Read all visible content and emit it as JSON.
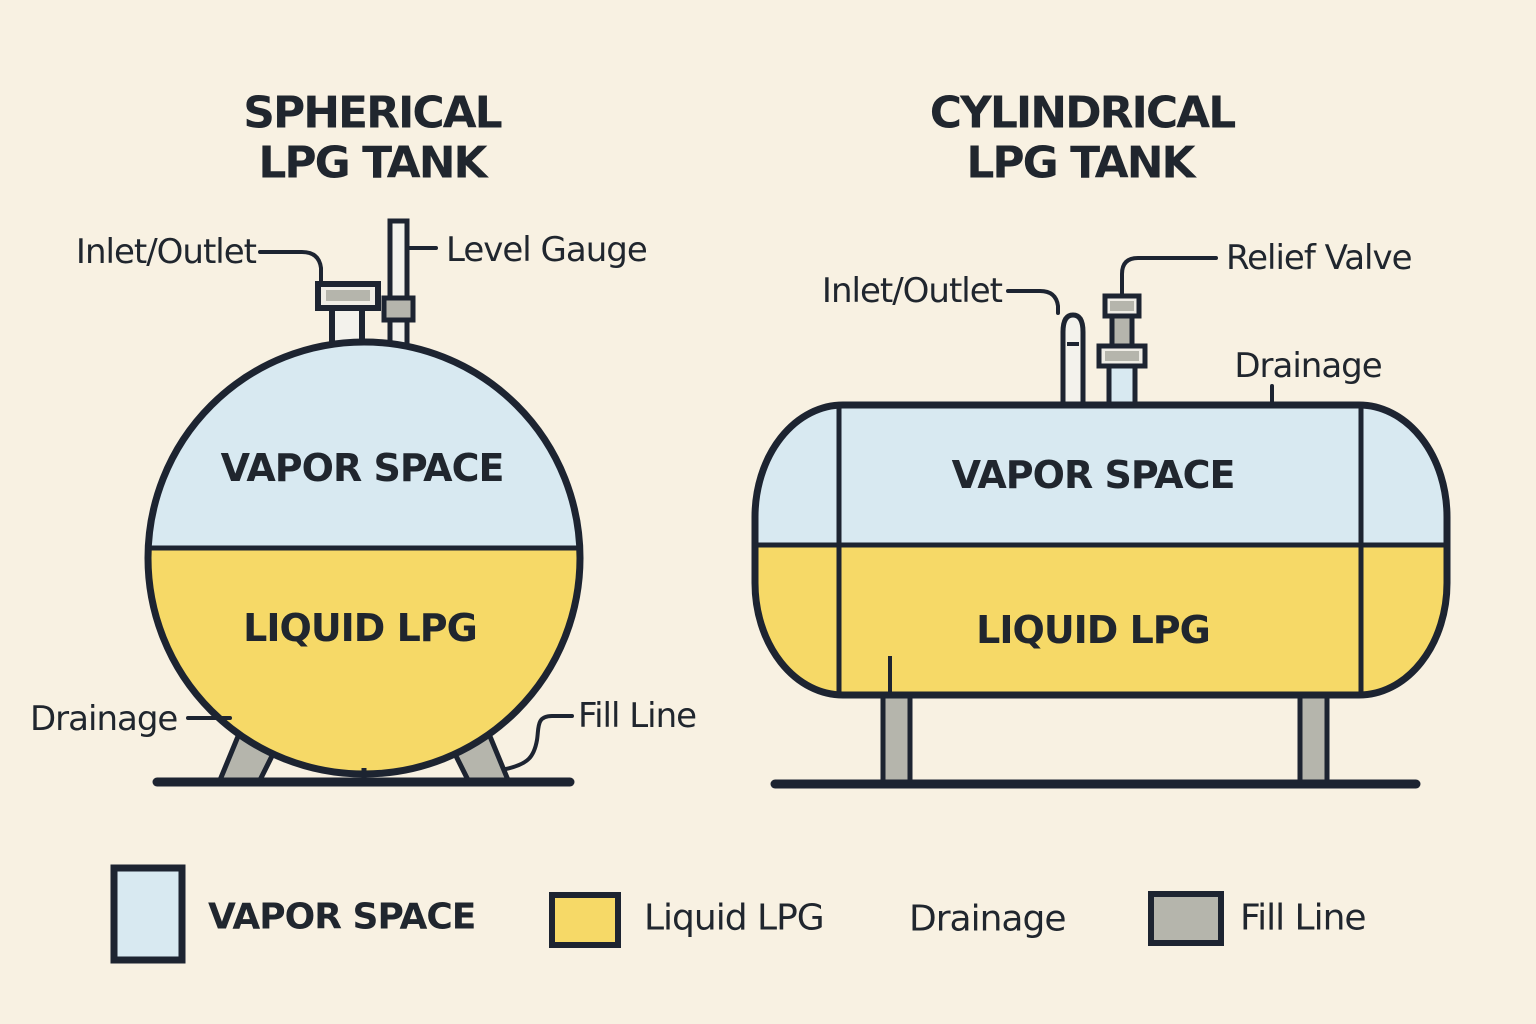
{
  "colors": {
    "background": "#f8f1e2",
    "vapor": "#d8e9f1",
    "liquid": "#f6d967",
    "metal_grey": "#b5b5ac",
    "pipe_light": "#f3f2ec",
    "flange_light": "#efede6",
    "outline": "#1d2431",
    "text": "#20262e"
  },
  "left_diagram": {
    "title_line1": "SPHERICAL",
    "title_line2": "LPG TANK",
    "vapor_label": "VAPOR SPACE",
    "liquid_label": "LIQUID LPG",
    "callouts": {
      "inlet_outlet": "Inlet/Outlet",
      "level_gauge": "Level Gauge",
      "drainage": "Drainage",
      "fill_line": "Fill Line"
    }
  },
  "right_diagram": {
    "title_line1": "CYLINDRICAL",
    "title_line2": "LPG TANK",
    "vapor_label": "VAPOR SPACE",
    "liquid_label": "LIQUID LPG",
    "callouts": {
      "inlet_outlet": "Inlet/Outlet",
      "relief_valve": "Relief Valve",
      "drainage": "Drainage"
    }
  },
  "legend": {
    "items": [
      {
        "label": "VAPOR SPACE",
        "swatch_color": "#d8e9f1"
      },
      {
        "label": "Liquid LPG",
        "swatch_color": "#f6d967"
      },
      {
        "label": "Drainage",
        "swatch_color": null
      },
      {
        "label": "Fill Line",
        "swatch_color": "#b5b5ac"
      }
    ]
  }
}
